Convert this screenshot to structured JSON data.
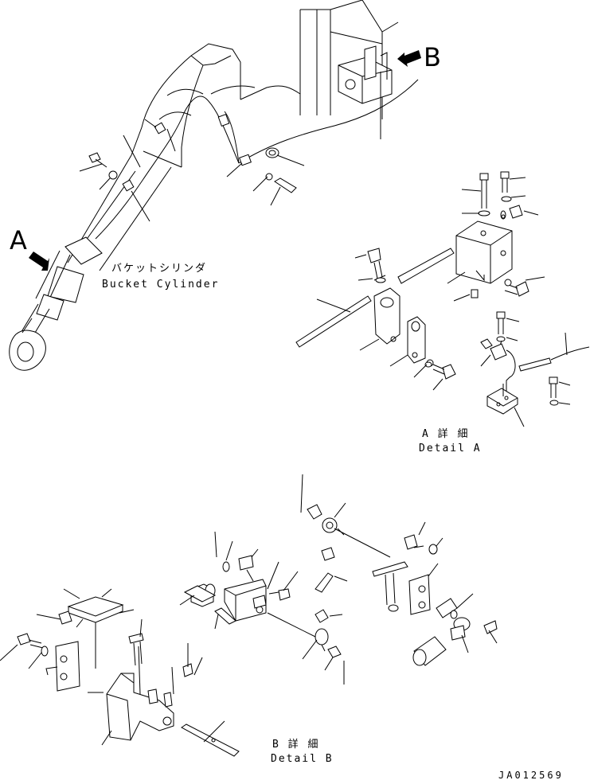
{
  "diagram": {
    "views": {
      "a": {
        "letter": "A"
      },
      "b": {
        "letter": "B"
      }
    },
    "labels": {
      "bucket_cylinder_jp": "バケットシリンダ",
      "bucket_cylinder_en": "Bucket Cylinder",
      "detail_a_jp": "A 詳 細",
      "detail_a_en": "Detail A",
      "detail_b_jp": "B 詳 細",
      "detail_b_en": "Detail B"
    },
    "drawing_number": "JA012569"
  }
}
